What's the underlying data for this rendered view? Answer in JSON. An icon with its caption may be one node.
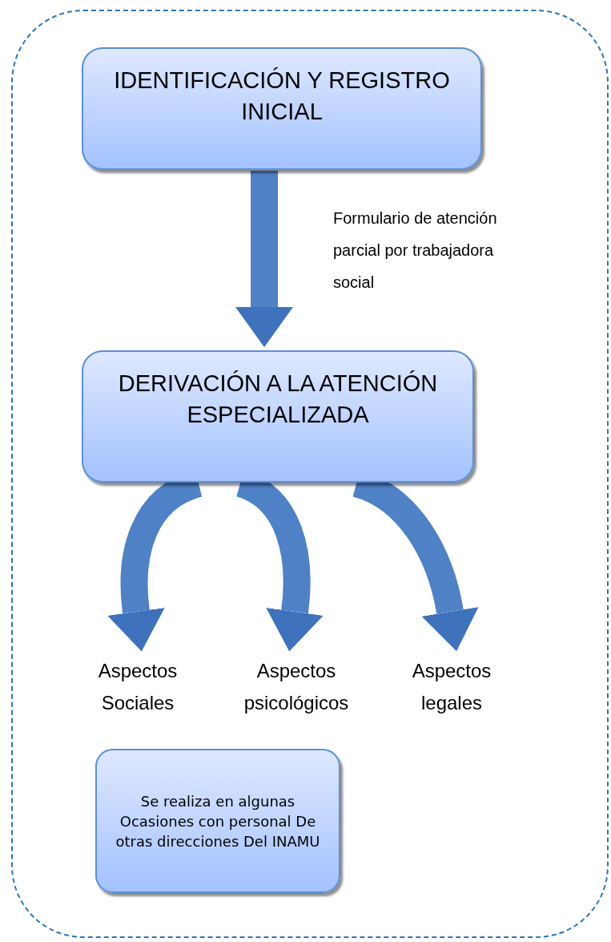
{
  "diagram": {
    "nodes": [
      {
        "text": [],
        "shape": "box"
      },
      {
        "text": [
          "IDENTIFICACIÓN Y REGISTRO INICIAL"
        ],
        "in": 0
      },
      {
        "text": [
          "DERIVACIÓN A LA ATENCIÓN ESPECIALIZADA"
        ],
        "in": 0
      },
      {
        "text": [
          "Aspectos Sociales"
        ],
        "in": 0
      },
      {
        "text": [
          "Aspectos psicológicos"
        ],
        "in": 0
      },
      {
        "text": [
          "Aspectos legales"
        ],
        "in": 0
      },
      {
        "text": [
          "Se realiza en algunas Ocasiones con personal De otras direcciones Del INAMU"
        ],
        "in": 0
      }
    ],
    "edges": [
      {
        "from": 1,
        "to": 2,
        "arrow": "to",
        "label": "Formulario de atención parcial por trabajadora social"
      },
      {
        "from": 2,
        "to": 3,
        "arrow": "to"
      },
      {
        "from": 2,
        "to": 4,
        "arrow": "to"
      },
      {
        "from": 2,
        "to": 5,
        "arrow": "to"
      }
    ]
  }
}
